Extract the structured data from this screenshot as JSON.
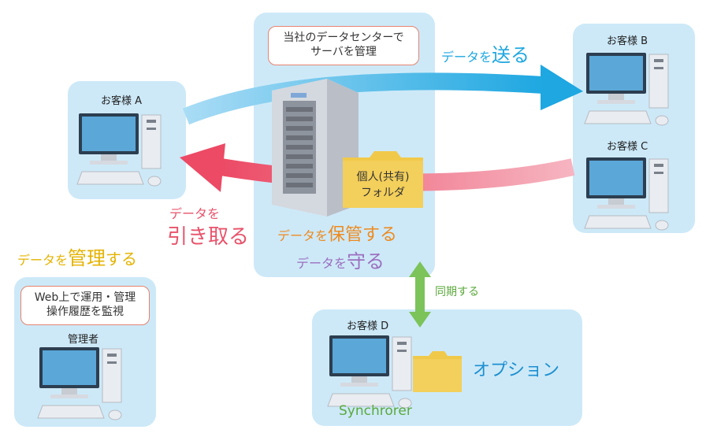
{
  "colors": {
    "panel_bg": "#cde9f8",
    "send_arrow": "#35b6ea",
    "retrieve_arrow": "#ec5f76",
    "sync_arrow": "#7cc35a",
    "manage_text": "#e4b300",
    "keep_text": "#ee8a1e",
    "protect_text": "#9b6fbf",
    "retrieve_text": "#e8536b",
    "send_text": "#1ea7e1",
    "option_text": "#1d8fd0",
    "synchrorer_text": "#5aa93b",
    "folder_color": "#f1c94a"
  },
  "server_panel": {
    "note_line1": "当社のデータセンターで",
    "note_line2": "サーバを管理",
    "folder_line1": "個人(共有)",
    "folder_line2": "フォルダ",
    "keep_small": "データを",
    "keep_big": "保管する",
    "protect_small": "データを",
    "protect_big": "守る"
  },
  "customer_a": {
    "label": "お客様 A"
  },
  "customer_b": {
    "label": "お客様 B"
  },
  "customer_c": {
    "label": "お客様 C"
  },
  "customer_d": {
    "label": "お客様 D",
    "option_label": "オプション",
    "product_label": "Synchrorer"
  },
  "send": {
    "small": "データを",
    "big": "送る"
  },
  "retrieve": {
    "small": "データを",
    "big": "引き取る"
  },
  "sync": {
    "label": "同期する"
  },
  "admin": {
    "heading_small": "データを",
    "heading_big": "管理",
    "heading_tail": "する",
    "note_line1": "Web上で運用・管理",
    "note_line2": "操作履歴を監視",
    "label": "管理者"
  },
  "icons": [
    "desktop-computer-icon",
    "server-tower-icon",
    "folder-icon",
    "mouse-icon",
    "keyboard-icon"
  ]
}
